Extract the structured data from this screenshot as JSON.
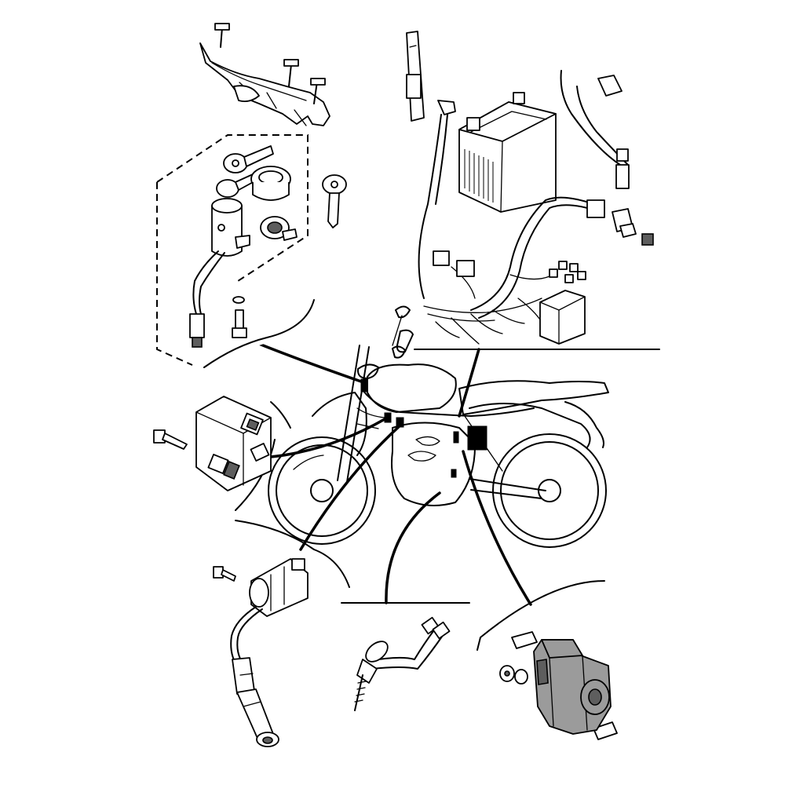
{
  "diagram": {
    "line_color": "#000000",
    "background": "#ffffff",
    "part_grey": "#9b9b9b",
    "part_dark": "#5e5e5e"
  },
  "parts": [
    {
      "name": "handlebar-cover-bracket"
    },
    {
      "name": "main-switch-assembly"
    },
    {
      "name": "battery"
    },
    {
      "name": "battery-band"
    },
    {
      "name": "battery-cable"
    },
    {
      "name": "wire-harness"
    },
    {
      "name": "fuse-box"
    },
    {
      "name": "cdi-unit"
    },
    {
      "name": "ignition-coil"
    },
    {
      "name": "neutral-switch"
    },
    {
      "name": "starter-relay"
    },
    {
      "name": "motorcycle-silhouette"
    }
  ]
}
